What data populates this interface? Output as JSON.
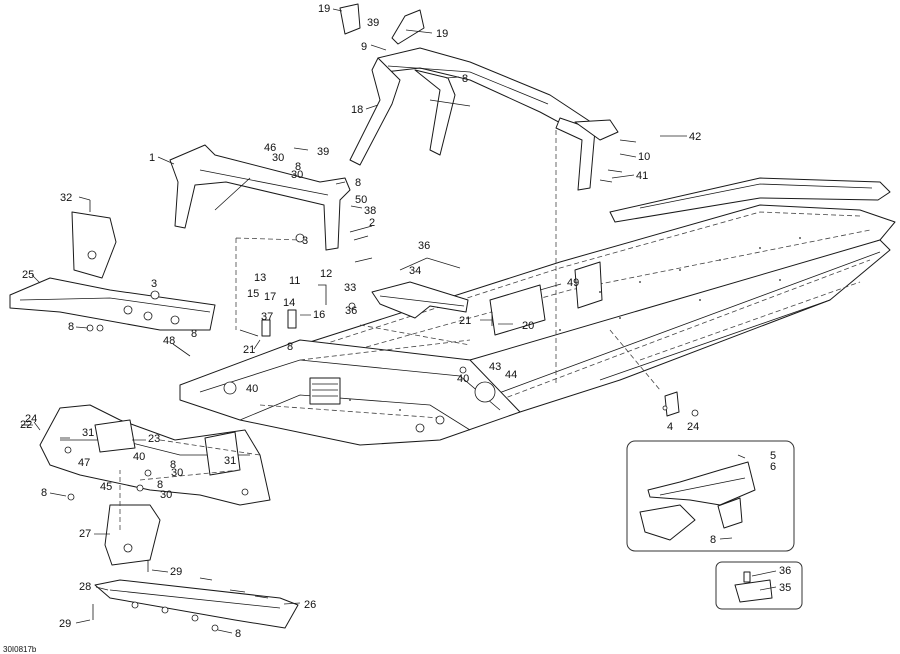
{
  "diagram": {
    "reference_code": "30I0817b",
    "callouts": [
      {
        "id": "c-19a",
        "label": "19"
      },
      {
        "id": "c-39a",
        "label": "39"
      },
      {
        "id": "c-19b",
        "label": "19"
      },
      {
        "id": "c-9",
        "label": "9"
      },
      {
        "id": "c-8a",
        "label": "8"
      },
      {
        "id": "c-18",
        "label": "18"
      },
      {
        "id": "c-42",
        "label": "42"
      },
      {
        "id": "c-10",
        "label": "10"
      },
      {
        "id": "c-41",
        "label": "41"
      },
      {
        "id": "c-1",
        "label": "1"
      },
      {
        "id": "c-46",
        "label": "46"
      },
      {
        "id": "c-39b",
        "label": "39"
      },
      {
        "id": "c-30a",
        "label": "30"
      },
      {
        "id": "c-8b",
        "label": "8"
      },
      {
        "id": "c-30b",
        "label": "30"
      },
      {
        "id": "c-8c",
        "label": "8"
      },
      {
        "id": "c-50",
        "label": "50"
      },
      {
        "id": "c-38",
        "label": "38"
      },
      {
        "id": "c-32",
        "label": "32"
      },
      {
        "id": "c-2",
        "label": "2"
      },
      {
        "id": "c-3a",
        "label": "3"
      },
      {
        "id": "c-36a",
        "label": "36"
      },
      {
        "id": "c-34",
        "label": "34"
      },
      {
        "id": "c-25",
        "label": "25"
      },
      {
        "id": "c-3b",
        "label": "3"
      },
      {
        "id": "c-13",
        "label": "13"
      },
      {
        "id": "c-11",
        "label": "11"
      },
      {
        "id": "c-12",
        "label": "12"
      },
      {
        "id": "c-33",
        "label": "33"
      },
      {
        "id": "c-49",
        "label": "49"
      },
      {
        "id": "c-15",
        "label": "15"
      },
      {
        "id": "c-17",
        "label": "17"
      },
      {
        "id": "c-14",
        "label": "14"
      },
      {
        "id": "c-36b",
        "label": "36"
      },
      {
        "id": "c-16",
        "label": "16"
      },
      {
        "id": "c-37",
        "label": "37"
      },
      {
        "id": "c-21a",
        "label": "21"
      },
      {
        "id": "c-20",
        "label": "20"
      },
      {
        "id": "c-8d",
        "label": "8"
      },
      {
        "id": "c-8e",
        "label": "8"
      },
      {
        "id": "c-48",
        "label": "48"
      },
      {
        "id": "c-21b",
        "label": "21"
      },
      {
        "id": "c-8f",
        "label": "8"
      },
      {
        "id": "c-43",
        "label": "43"
      },
      {
        "id": "c-44",
        "label": "44"
      },
      {
        "id": "c-40a",
        "label": "40"
      },
      {
        "id": "c-40b",
        "label": "40"
      },
      {
        "id": "c-24a",
        "label": "24"
      },
      {
        "id": "c-31a",
        "label": "31"
      },
      {
        "id": "c-23",
        "label": "23"
      },
      {
        "id": "c-22",
        "label": "22"
      },
      {
        "id": "c-40c",
        "label": "40"
      },
      {
        "id": "c-31b",
        "label": "31"
      },
      {
        "id": "c-47",
        "label": "47"
      },
      {
        "id": "c-8g",
        "label": "8"
      },
      {
        "id": "c-30c",
        "label": "30"
      },
      {
        "id": "c-45",
        "label": "45"
      },
      {
        "id": "c-8h",
        "label": "8"
      },
      {
        "id": "c-8i",
        "label": "8"
      },
      {
        "id": "c-30d",
        "label": "30"
      },
      {
        "id": "c-4",
        "label": "4"
      },
      {
        "id": "c-24b",
        "label": "24"
      },
      {
        "id": "c-5",
        "label": "5"
      },
      {
        "id": "c-6",
        "label": "6"
      },
      {
        "id": "c-27",
        "label": "27"
      },
      {
        "id": "c-8j",
        "label": "8"
      },
      {
        "id": "c-29a",
        "label": "29"
      },
      {
        "id": "c-36c",
        "label": "36"
      },
      {
        "id": "c-35",
        "label": "35"
      },
      {
        "id": "c-28",
        "label": "28"
      },
      {
        "id": "c-26",
        "label": "26"
      },
      {
        "id": "c-29b",
        "label": "29"
      },
      {
        "id": "c-8k",
        "label": "8"
      }
    ]
  }
}
